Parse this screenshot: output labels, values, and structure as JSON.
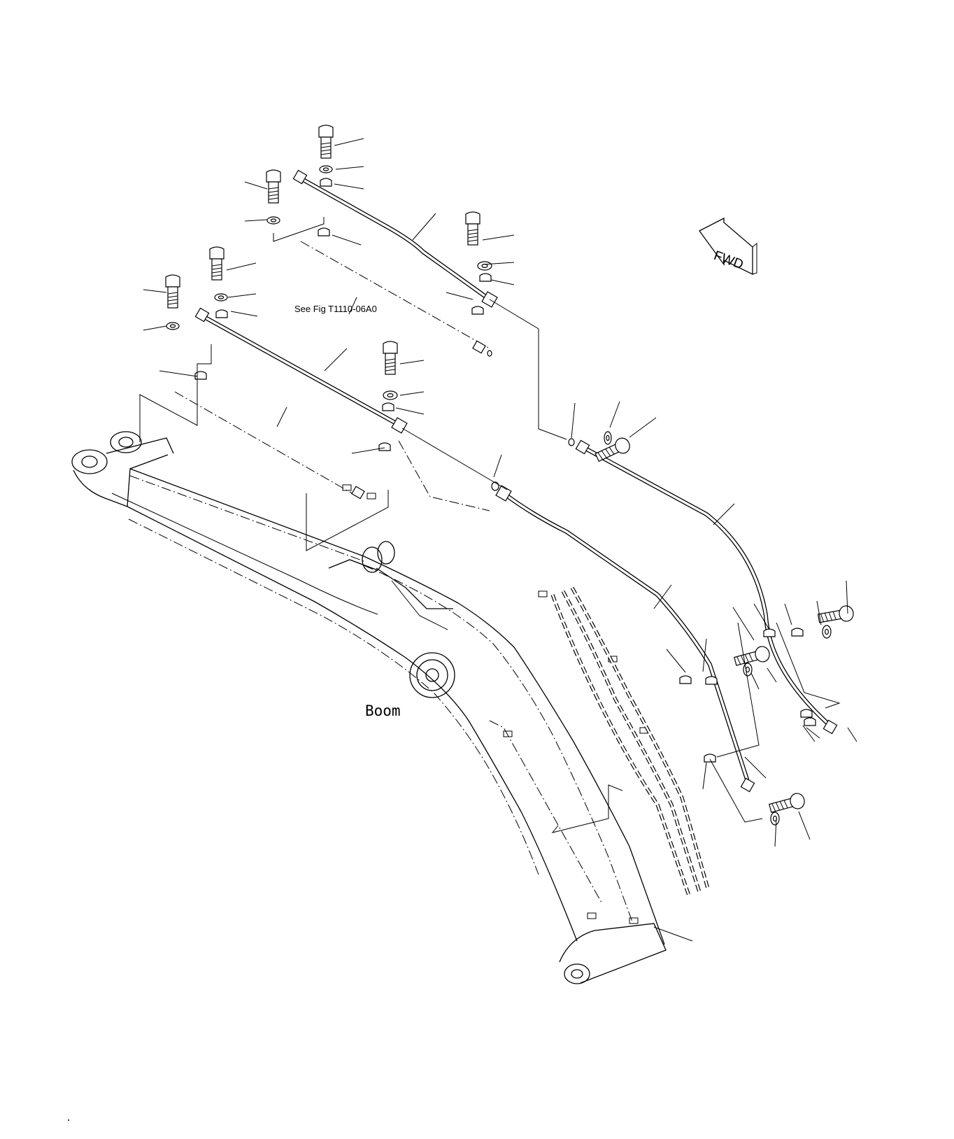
{
  "diagram": {
    "reference_note": "See Fig T1110-06A0",
    "component_label": "Boom",
    "direction_label": "FWD",
    "line_color": "#000000",
    "background_color": "#ffffff",
    "icons": {
      "bolt": "bolt-icon",
      "washer": "washer-icon",
      "clamp": "clamp-icon",
      "o_ring": "o-ring-icon",
      "pipe": "pipe-icon",
      "hose": "hose-icon",
      "direction_arrow": "fwd-arrow-icon"
    }
  }
}
